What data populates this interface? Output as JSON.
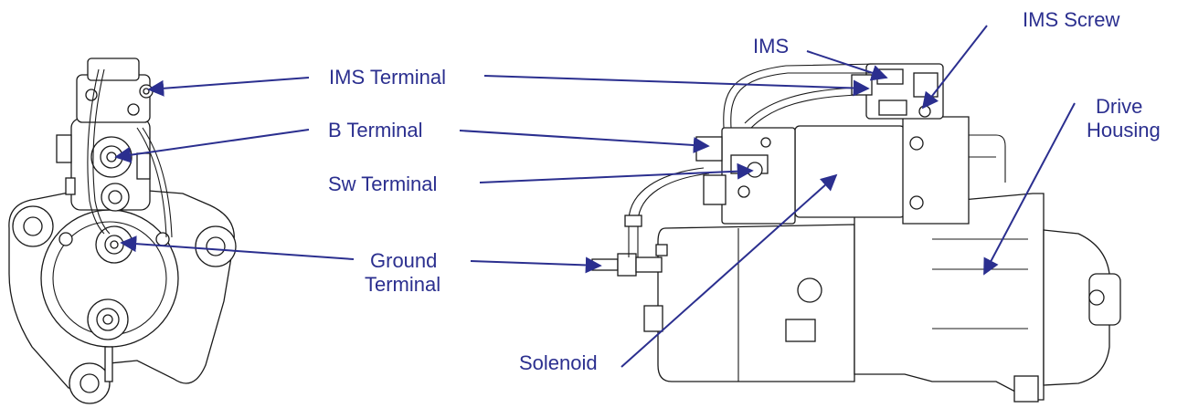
{
  "labels": {
    "ims_terminal": "IMS Terminal",
    "b_terminal": "B Terminal",
    "sw_terminal": "Sw Terminal",
    "ground_terminal_line1": "Ground",
    "ground_terminal_line2": "Terminal",
    "ims": "IMS",
    "ims_screw": "IMS Screw",
    "drive_housing_line1": "Drive",
    "drive_housing_line2": "Housing",
    "solenoid": "Solenoid"
  },
  "colors": {
    "label": "#2b2f8f",
    "drawing": "#1a1a1a",
    "background": "#ffffff"
  }
}
